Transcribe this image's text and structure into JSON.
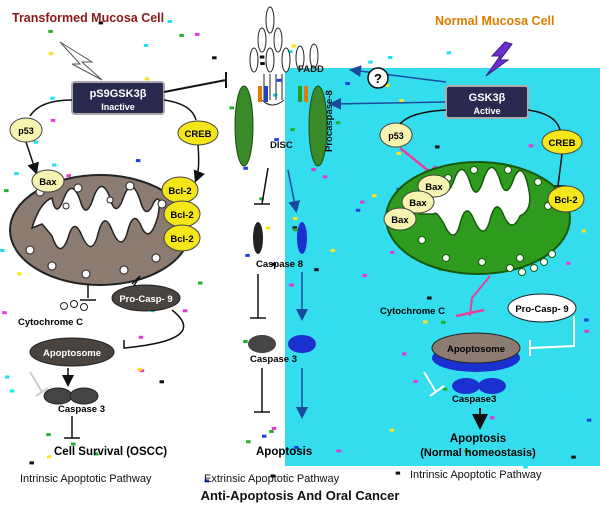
{
  "titles": {
    "left": "Transformed Mucosa Cell",
    "right": "Normal Mucosa Cell",
    "bottom": "Anti-Apoptosis And Oral Cancer"
  },
  "pathways": {
    "left": "Intrinsic Apoptotic Pathway",
    "middle": "Extrinsic Apoptotic Pathway",
    "right": "Intrinsic Apoptotic Pathway"
  },
  "left_cell": {
    "gsk_line1": "pS9GSK3β",
    "gsk_line2": "Inactive",
    "p53": "p53",
    "creb": "CREB",
    "bax": "Bax",
    "bcl2": [
      "Bcl-2",
      "Bcl-2",
      "Bcl-2"
    ],
    "pro_casp9": "Pro-Casp- 9",
    "cytochrome": "Cytochrome C",
    "apoptosome": "Apoptosome",
    "caspase3": "Caspase 3",
    "outcome": "Cell Survival (OSCC)"
  },
  "middle": {
    "fadd": "FADD",
    "procaspase8": "Procaspase-8",
    "disc": "DISC",
    "caspase8": "Caspase 8",
    "caspase3": "Caspase 3",
    "outcome": "Apoptosis"
  },
  "right_cell": {
    "question": "?",
    "gsk_line1": "GSK3β",
    "gsk_line2": "Active",
    "p53": "p53",
    "creb": "CREB",
    "bax": [
      "Bax",
      "Bax",
      "Bax"
    ],
    "bcl2": "Bcl-2",
    "cytochrome": "Cytochrome C",
    "pro_casp9": "Pro-Casp- 9",
    "apoptosome": "Apoptosome",
    "caspase3": "Caspase3",
    "outcome_line1": "Apoptosis",
    "outcome_line2": "(Normal homeostasis)"
  },
  "colors": {
    "left_title": "#8b1a1a",
    "right_title": "#e07b00",
    "cell_bg": "#33ddee",
    "mito_left": "#8c7b70",
    "mito_right": "#2e9a1e",
    "protein": "#f7f3b0",
    "bcl2": "#f5e61a",
    "inhibit": "#e8409a",
    "receptor": "#3a8a2a"
  }
}
